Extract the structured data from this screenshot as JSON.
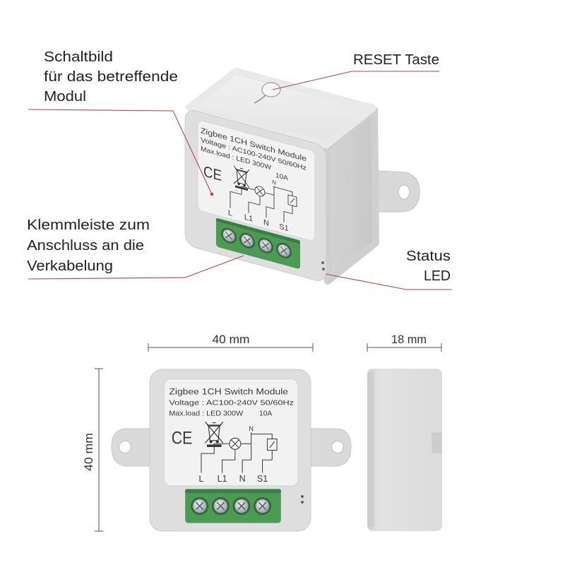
{
  "annotations": {
    "schematic_label": [
      "Schaltbild",
      "für das betreffende",
      "Modul"
    ],
    "reset_label": "RESET Taste",
    "terminal_label": [
      "Klemmleiste zum",
      "Anschluss an die",
      "Verkabelung"
    ],
    "status_label": [
      "Status",
      "LED"
    ]
  },
  "device_label": {
    "title": "Zigbee 1CH Switch Module",
    "voltage": "Voltage : AC100-240V 50/60Hz",
    "max_load": "Max.load : LED 300W",
    "current": "10A",
    "ce_mark": "CE",
    "neutral_marker": "N",
    "terminals": [
      "L",
      "L1",
      "N",
      "S1"
    ]
  },
  "dimensions": {
    "width": "40 mm",
    "depth": "18 mm",
    "height": "40 mm"
  },
  "icons": [
    "reset-button-icon",
    "weee-bin-icon",
    "lamp-symbol-icon",
    "switch-symbol-icon",
    "terminal-screw-icon",
    "status-led-icon",
    "mounting-hole-icon"
  ],
  "colors": {
    "annotation_line": "#b4464a",
    "terminal_block": "#4c9b52",
    "housing": "#dedede",
    "label_panel": "#f2f2f2",
    "text": "#222222"
  }
}
